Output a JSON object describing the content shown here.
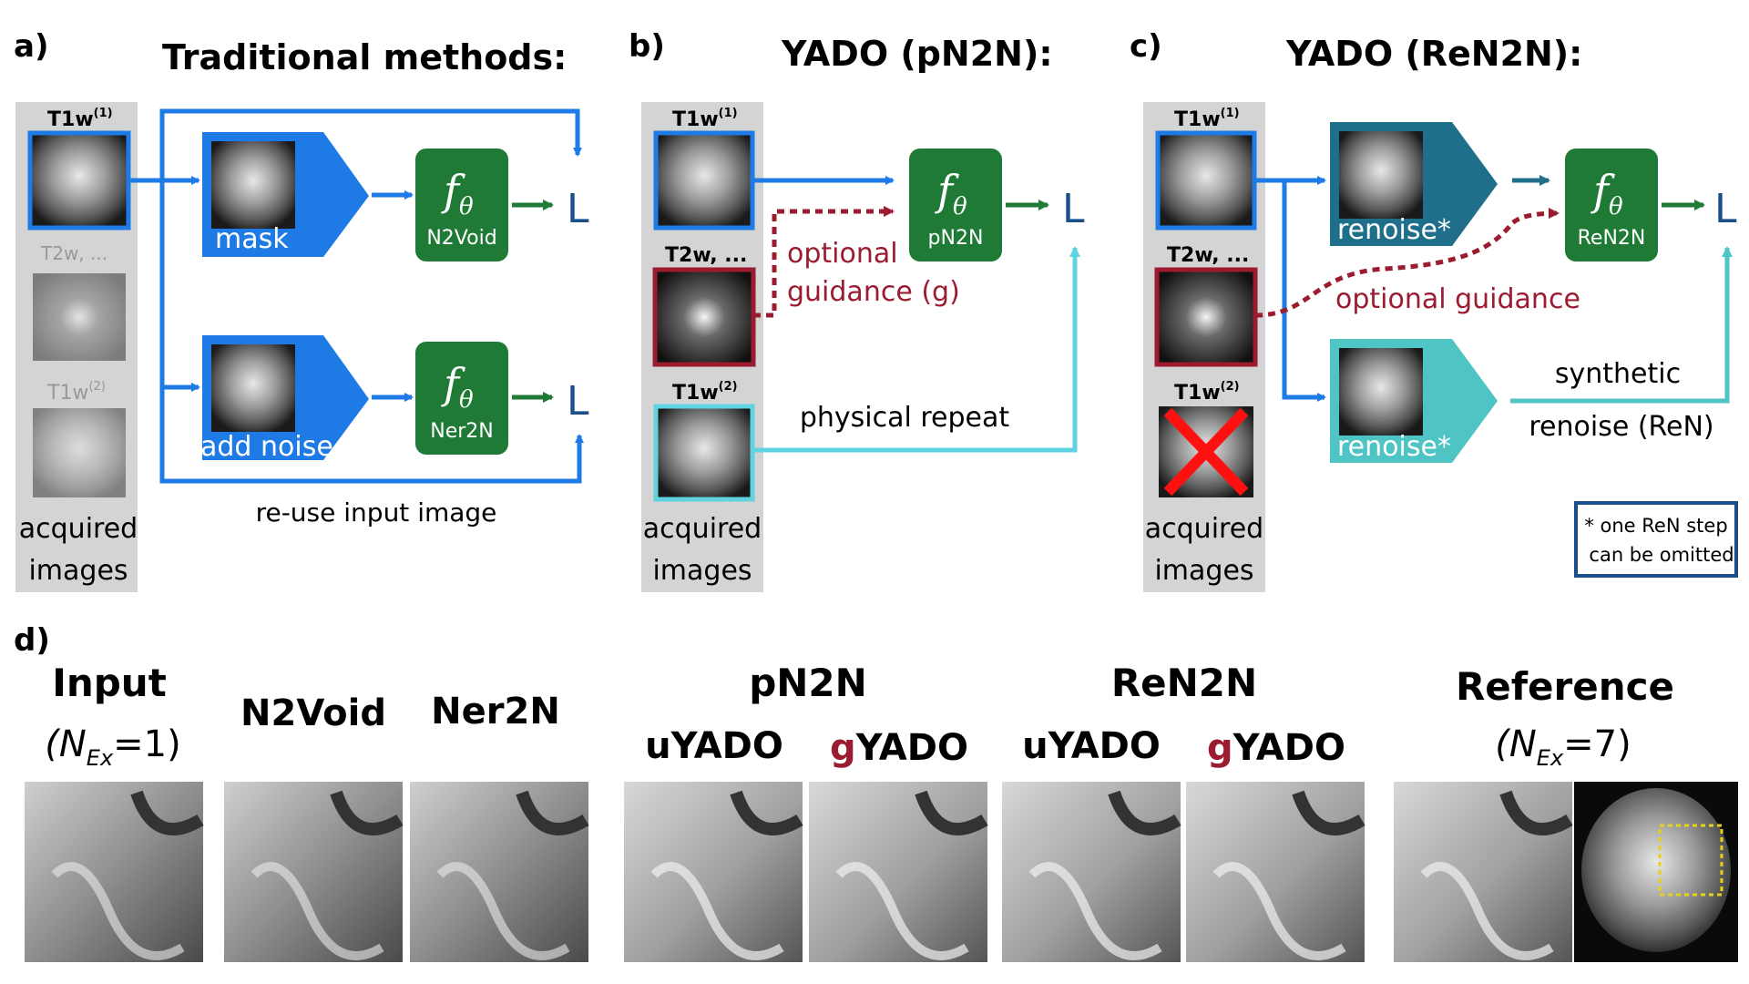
{
  "colors": {
    "blue": "#1e7be6",
    "cyan": "#5fd3e0",
    "teal_dark": "#1f6f8b",
    "teal_light": "#4fc4c4",
    "green": "#1e7a34",
    "maroon": "#9b1b30",
    "panel_gray": "#d4d4d4",
    "navy": "#1b4f8a"
  },
  "panel_a": {
    "letter": "a)",
    "title": "Traditional methods:",
    "strip": {
      "t1w1": "T1w",
      "t1w1_sup": "(1)",
      "t2w": "T2w, ...",
      "t1w2": "T1w",
      "t1w2_sup": "(2)",
      "caption_line1": "acquired",
      "caption_line2": "images"
    },
    "mask_label": "mask",
    "add_noise_label": "add noise",
    "net_top": "N2Void",
    "net_bottom": "Ner2N",
    "f_symbol": "f",
    "theta_symbol": "θ",
    "loss_top": "L",
    "loss_bottom": "L",
    "reuse_label": "re-use input image"
  },
  "panel_b": {
    "letter": "b)",
    "title": "YADO (pN2N):",
    "strip": {
      "t1w1": "T1w",
      "t1w1_sup": "(1)",
      "t2w": "T2w, ...",
      "t1w2": "T1w",
      "t1w2_sup": "(2)",
      "caption_line1": "acquired",
      "caption_line2": "images"
    },
    "net": "pN2N",
    "loss": "L",
    "guidance_line1": "optional",
    "guidance_line2": "guidance (g)",
    "physical_repeat": "physical repeat"
  },
  "panel_c": {
    "letter": "c)",
    "title": "YADO (ReN2N):",
    "strip": {
      "t1w1": "T1w",
      "t1w1_sup": "(1)",
      "t2w": "T2w, ...",
      "t1w2": "T1w",
      "t1w2_sup": "(2)",
      "caption_line1": "acquired",
      "caption_line2": "images"
    },
    "renoise_top": "renoise*",
    "renoise_bottom": "renoise*",
    "net": "ReN2N",
    "loss": "L",
    "guidance": "optional guidance",
    "synthetic_line1": "synthetic",
    "synthetic_line2": "renoise (ReN)",
    "note_line1": "* one ReN step",
    "note_line2": "can be omitted"
  },
  "panel_d": {
    "letter": "d)",
    "input_title": "Input",
    "input_nex_prefix": "(N",
    "input_nex_sub": "Ex",
    "input_nex_value": "=1)",
    "n2void": "N2Void",
    "ner2n": "Ner2N",
    "pn2n": "pN2N",
    "ren2n": "ReN2N",
    "uyado_1": "uYADO",
    "gyado_1_g": "g",
    "gyado_1_rest": "YADO",
    "uyado_2": "uYADO",
    "gyado_2_g": "g",
    "gyado_2_rest": "YADO",
    "reference_title": "Reference",
    "ref_nex_prefix": "(N",
    "ref_nex_sub": "Ex",
    "ref_nex_value": "=7)"
  }
}
